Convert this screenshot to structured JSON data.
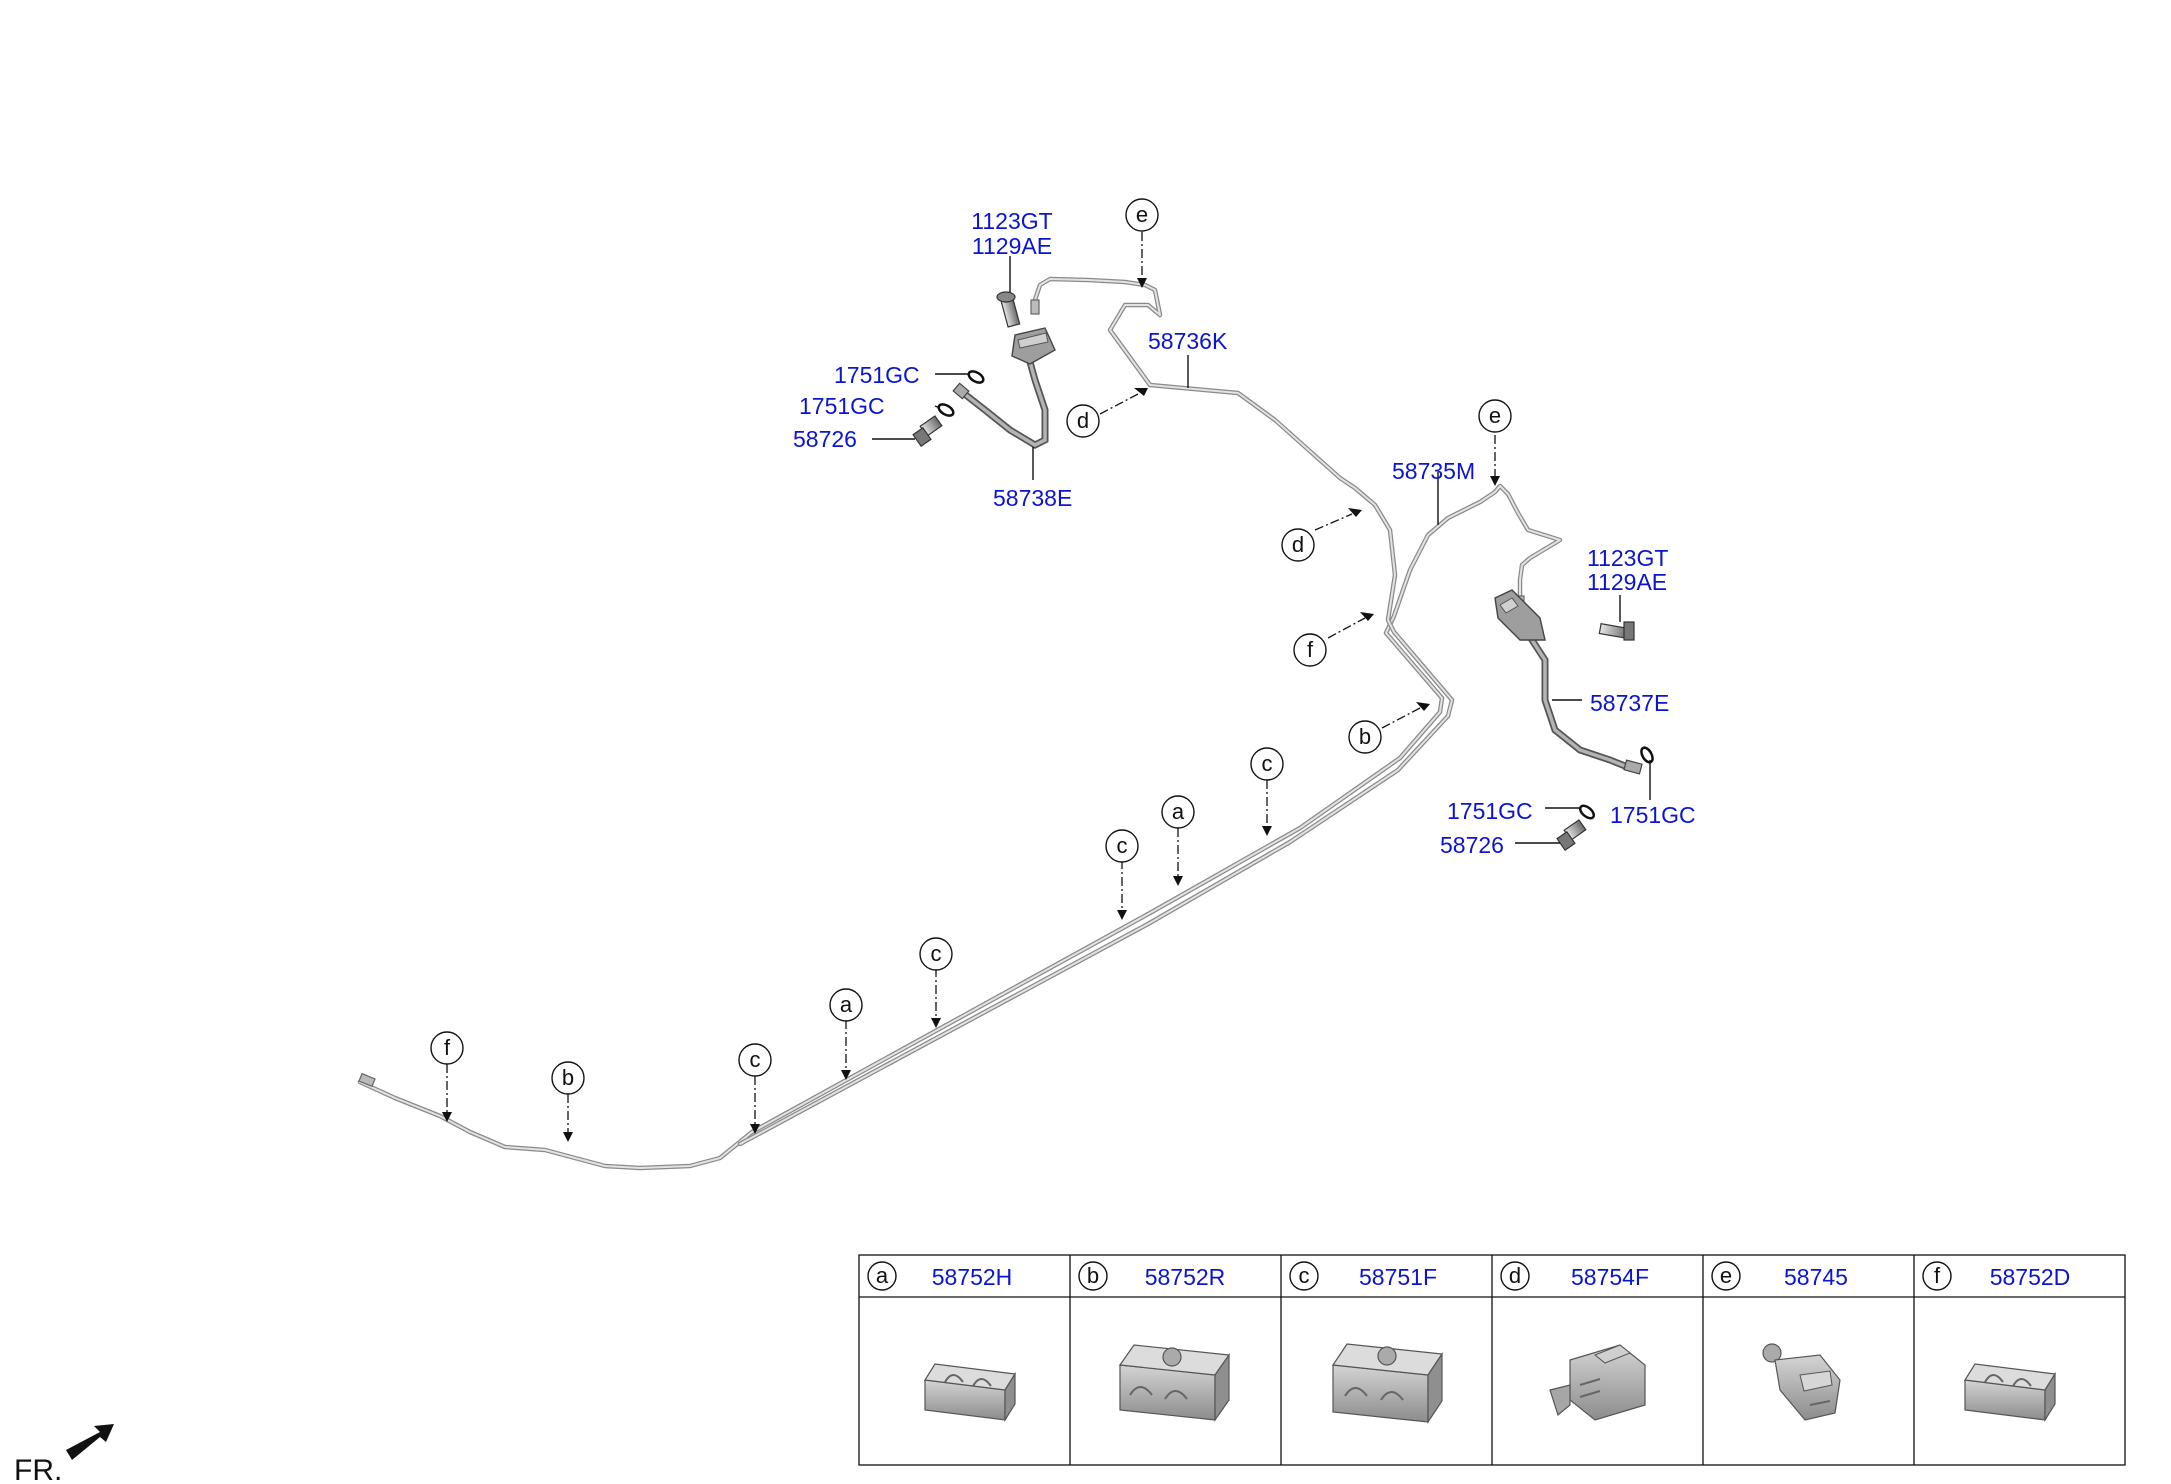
{
  "labels": {
    "top_left_bolt": "1123GT",
    "top_left_nut": "1129AE",
    "top_left_oring_1": "1751GC",
    "top_left_oring_2": "1751GC",
    "top_left_bolt_58726": "58726",
    "top_left_hose": "58738E",
    "tube_upper": "58736K",
    "tube_lower": "58735M",
    "right_bolt": "1123GT",
    "right_nut": "1129AE",
    "right_hose": "58737E",
    "right_oring_1": "1751GC",
    "right_oring_2": "1751GC",
    "right_bolt_58726": "58726"
  },
  "callouts": {
    "e1": "e",
    "e2": "e",
    "d1": "d",
    "d2": "d",
    "f1": "f",
    "f2": "f",
    "b1": "b",
    "b2": "b",
    "c1": "c",
    "c2": "c",
    "c3": "c",
    "c4": "c",
    "a1": "a",
    "a2": "a"
  },
  "legend_table": [
    {
      "key": "a",
      "part": "58752H"
    },
    {
      "key": "b",
      "part": "58752R"
    },
    {
      "key": "c",
      "part": "58751F"
    },
    {
      "key": "d",
      "part": "58754F"
    },
    {
      "key": "e",
      "part": "58745"
    },
    {
      "key": "f",
      "part": "58752D"
    }
  ],
  "front_indicator": "FR.",
  "colors": {
    "part_label": "#0a14d2",
    "line": "#111111",
    "pipe": "#8a8a8a"
  }
}
